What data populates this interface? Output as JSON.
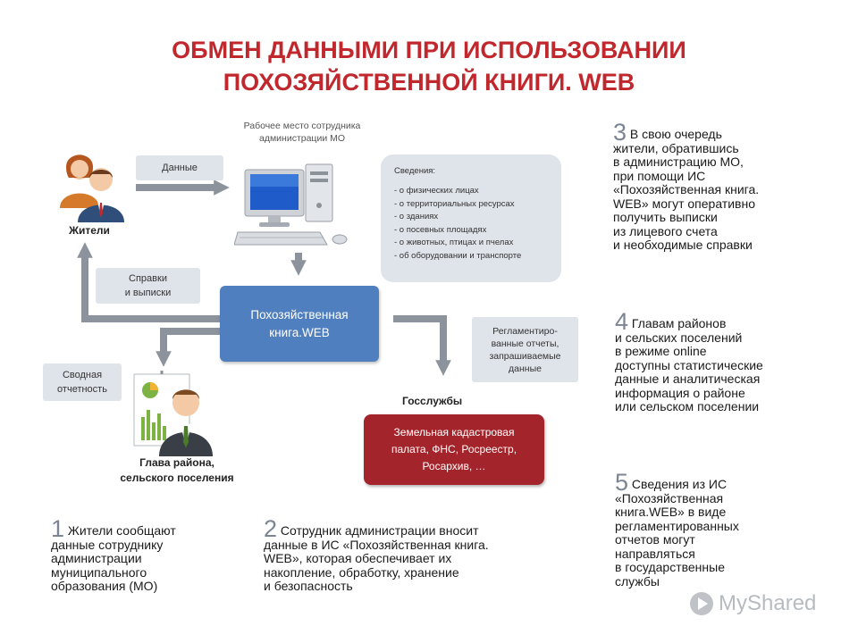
{
  "title": {
    "line1": "ОБМЕН ДАННЫМИ ПРИ ИСПОЛЬЗОВАНИИ",
    "line2": "ПОХОЗЯЙСТВЕННОЙ КНИГИ. WEB"
  },
  "workstation_caption": {
    "line1": "Рабочее место сотрудника",
    "line2": "администрации МО"
  },
  "residents_label": "Жители",
  "head_label": {
    "line1": "Глава района,",
    "line2": "сельского поселения"
  },
  "gov_services_label": "Госслужбы",
  "boxes": {
    "data": "Данные",
    "certificates": {
      "line1": "Справки",
      "line2": "и выписки"
    },
    "summary": {
      "line1": "Сводная",
      "line2": "отчетность"
    },
    "regulated_reports": {
      "line1": "Регламентиро-",
      "line2": "ванные отчеты,",
      "line3": "запрашиваемые",
      "line4": "данные"
    },
    "book": {
      "line1": "Похозяйственная",
      "line2": "книга.WEB"
    },
    "agencies": {
      "line1": "Земельная кадастровая",
      "line2": "палата, ФНС, Росреестр,",
      "line3": "Росархив, …"
    }
  },
  "info_panel": {
    "heading": "Сведения:",
    "items": [
      "- о физических лицах",
      "- о территориальных ресурсах",
      "- о зданиях",
      "- о посевных площадях",
      "- о животных, птицах и пчелах",
      "- об оборудовании и транспорте"
    ]
  },
  "notes": {
    "n1": {
      "num": "1",
      "lines": [
        "Жители сообщают",
        "данные сотруднику",
        "администрации",
        "муниципального",
        "образования (МО)"
      ]
    },
    "n2": {
      "num": "2",
      "lines": [
        "Сотрудник администрации вносит",
        "данные в ИС «Похозяйственная книга.",
        "WEB», которая обеспечивает их",
        "накопление, обработку, хранение",
        "и безопасность"
      ]
    },
    "n3": {
      "num": "3",
      "lines": [
        "В свою очередь",
        "жители, обратившись",
        "в администрацию МО,",
        "при помощи ИС",
        "«Похозяйственная книга.",
        "WEB» могут оперативно",
        "получить выписки",
        "из лицевого счета",
        "и необходимые справки"
      ]
    },
    "n4": {
      "num": "4",
      "lines": [
        "Главам районов",
        "и сельских поселений",
        "в режиме online",
        "доступны статистические",
        "данные и аналитическая",
        "информация о районе",
        "или сельском поселении"
      ]
    },
    "n5": {
      "num": "5",
      "lines": [
        "Сведения из ИС",
        "«Похозяйственная",
        "книга.WEB» в виде",
        "регламентированных",
        "отчетов могут",
        "направляться",
        "в государственные",
        "службы"
      ]
    }
  },
  "watermark": "MyShared",
  "colors": {
    "title_red": "#c0282d",
    "book_blue": "#4f7fbf",
    "agency_red": "#a3252b",
    "box_gray": "#dfe3ea",
    "arrow_gray": "#8c939c"
  }
}
